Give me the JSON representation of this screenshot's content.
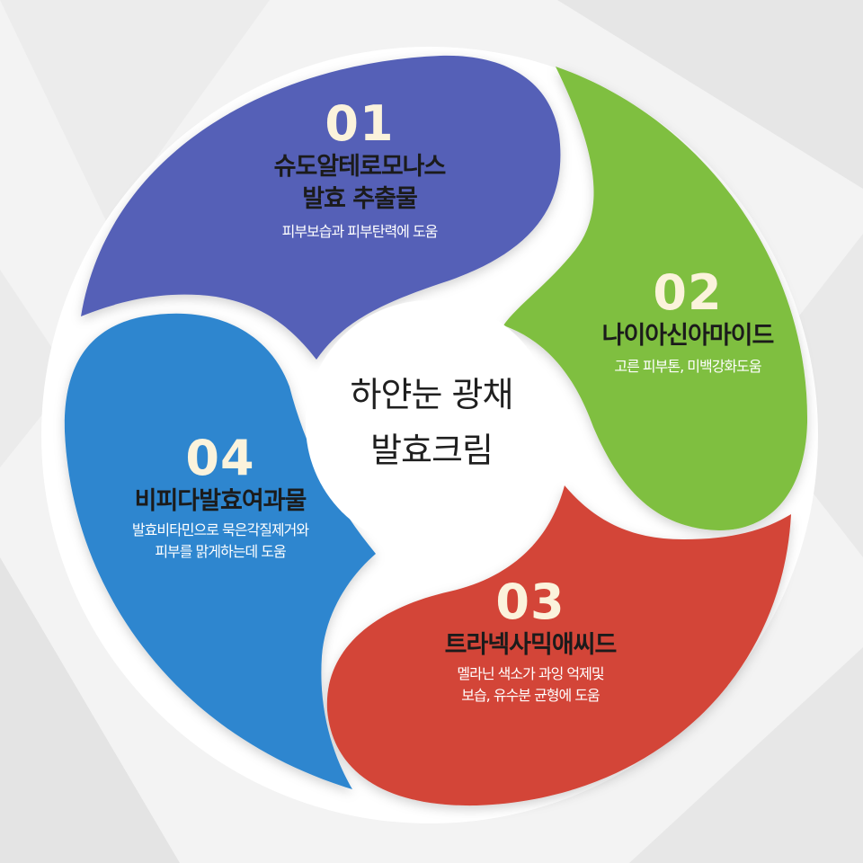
{
  "center": {
    "line1": "하얀눈 광채",
    "line2": "발효크림"
  },
  "steps": [
    {
      "number": "01",
      "title_line1": "슈도알테로모나스",
      "title_line2": "발효 추출물",
      "desc_line1": "피부보습과 피부탄력에 도움",
      "desc_line2": "",
      "color": "#5561b7"
    },
    {
      "number": "02",
      "title_line1": "나이아신아마이드",
      "title_line2": "",
      "desc_line1": "고른 피부톤, 미백강화도움",
      "desc_line2": "",
      "color": "#7fbf3f"
    },
    {
      "number": "03",
      "title_line1": "트라넥사믹애씨드",
      "title_line2": "",
      "desc_line1": "멜라닌 색소가 과잉 억제및",
      "desc_line2": "보습, 유수분 균형에 도움",
      "color": "#d34538"
    },
    {
      "number": "04",
      "title_line1": "비피다발효여과물",
      "title_line2": "",
      "desc_line1": "발효비타민으로 묵은각질제거와",
      "desc_line2": "피부를 맑게하는데 도움",
      "color": "#2f86cf"
    }
  ]
}
